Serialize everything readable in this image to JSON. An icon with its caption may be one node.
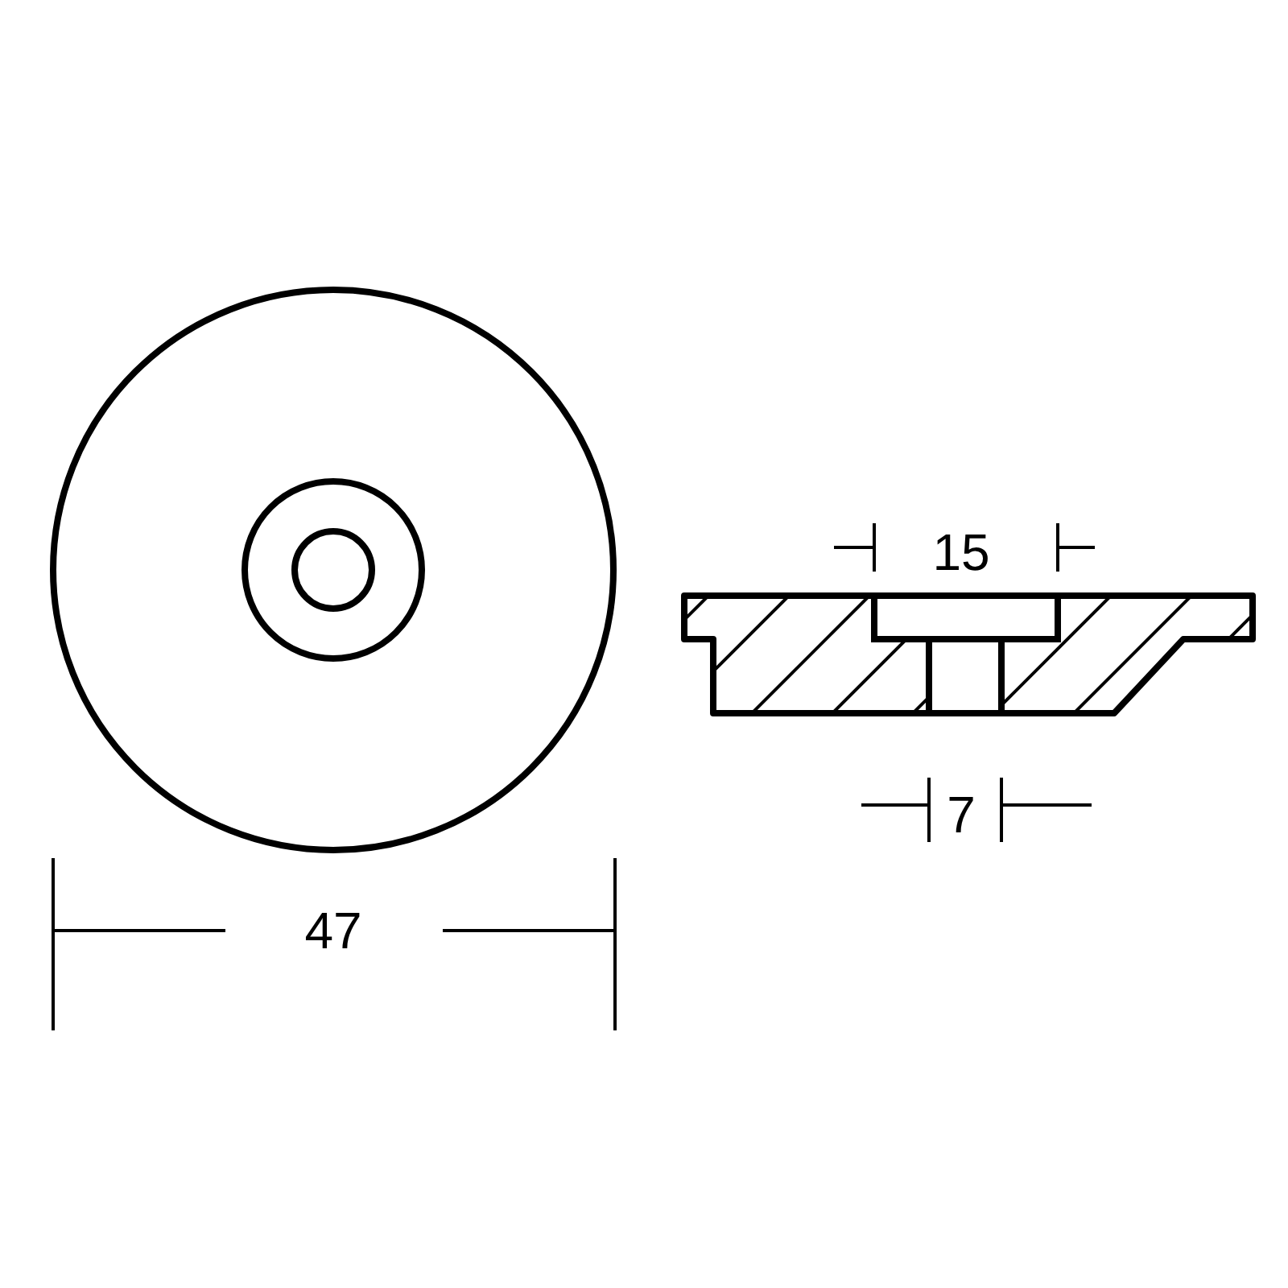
{
  "diagram": {
    "labels": [
      "15",
      "7",
      "47"
    ]
  }
}
